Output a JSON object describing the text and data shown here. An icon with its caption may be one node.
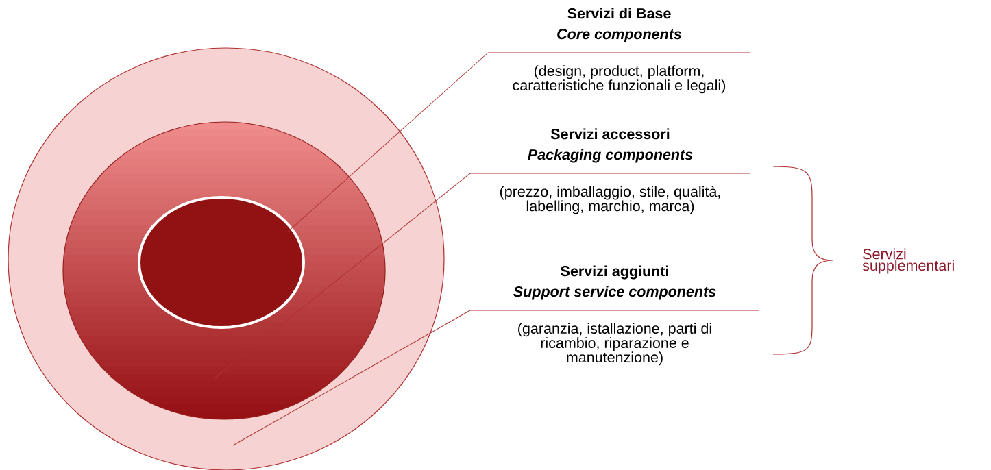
{
  "diagram": {
    "nodes": [
      {
        "text": [],
        "shape": "circle"
      },
      {
        "text": [],
        "shape": "circle",
        "in": 0
      },
      {
        "text": [],
        "shape": "circle",
        "in": 1
      },
      {
        "text": [
          "Servizi di Base",
          "Core components",
          "(design, product, platform, caratteristiche funzionali e legali)"
        ]
      },
      {
        "text": [
          "Servizi accessori",
          "Packaging components",
          "(prezzo, imballaggio, stile, qualità, labelling, marchio, marca)"
        ]
      },
      {
        "text": [
          "Servizi aggiunti",
          "Support service components",
          "(garanzia, istallazione, parti di ricambio, riparazione e manutenzione)"
        ]
      }
    ],
    "edges": [
      {
        "from": 3,
        "to": 2,
        "arrow": "none"
      },
      {
        "from": 4,
        "to": 1,
        "arrow": "none"
      },
      {
        "from": 5,
        "to": 0,
        "arrow": "none"
      }
    ],
    "labels": [
      "Servizi supplementari"
    ]
  }
}
